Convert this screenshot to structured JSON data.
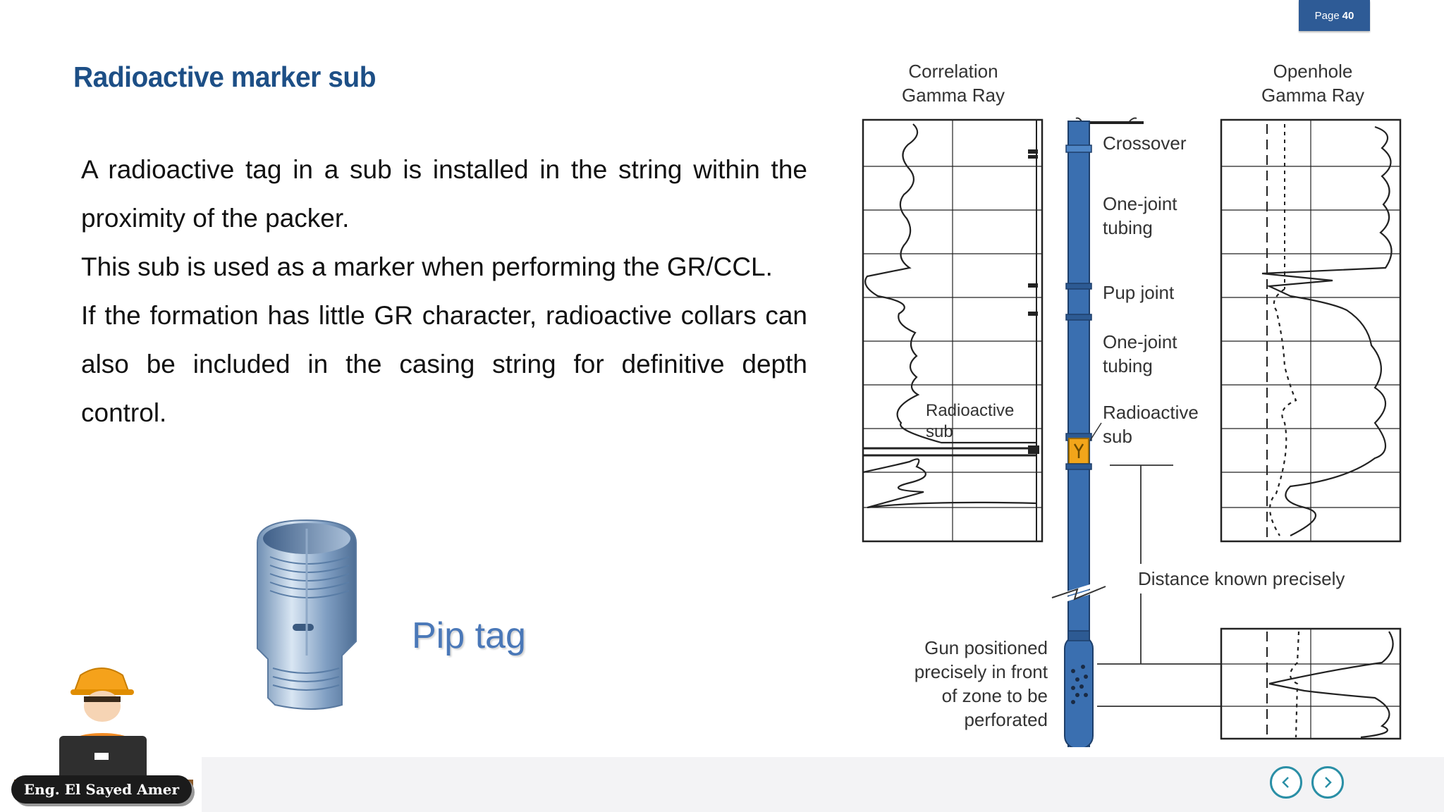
{
  "page_badge": {
    "prefix": "Page",
    "number": "40"
  },
  "title": "Radioactive marker sub",
  "paragraphs": [
    "A radioactive tag in a sub is installed in the string within the proximity of the packer.",
    "This sub is used as a marker when performing the GR/CCL.",
    "If the formation has little GR character, radioactive collars can also be included in the casing string for definitive depth control."
  ],
  "pip_tag_label": "Pip tag",
  "diagram": {
    "left_track_title": [
      "Correlation",
      "Gamma Ray"
    ],
    "right_track_title": [
      "Openhole",
      "Gamma Ray"
    ],
    "left_track_label": [
      "Radioactive",
      "sub"
    ],
    "string_labels": {
      "crossover": "Crossover",
      "one_joint_1": [
        "One-joint",
        "tubing"
      ],
      "pup_joint": "Pup joint",
      "one_joint_2": [
        "One-joint",
        "tubing"
      ],
      "radioactive_sub": [
        "Radioactive",
        "sub"
      ]
    },
    "distance_label": "Distance known precisely",
    "gun_label": [
      "Gun positioned",
      "precisely in front",
      "of zone to be",
      "perforated"
    ]
  },
  "author_signature": "Eng. El Sayed Amer",
  "colors": {
    "accent": "#1d4f86",
    "badge": "#2e5b96",
    "pip": "#4a78b8",
    "tubing": "#3a6fb0",
    "nav": "#2a8fa6"
  }
}
